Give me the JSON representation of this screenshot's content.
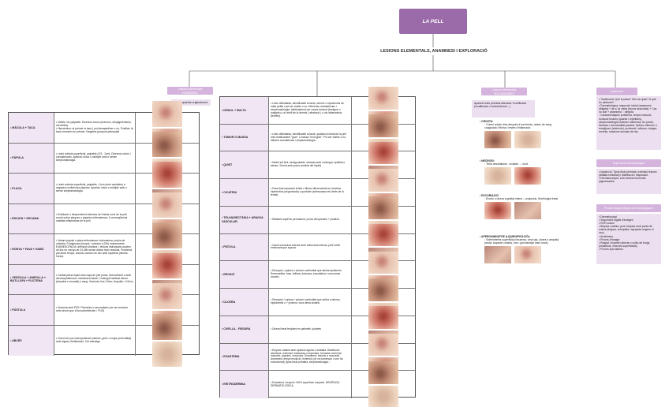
{
  "title": "LA PELL",
  "subtitle": "LESIONS ELEMENTALS, ANAMNESI I EXPLORACIÓ",
  "branches": {
    "primaries": "Lesions elementals\nPRIMÀRIES",
    "secundaries": "Lesions elementals\nSECUNDÀRIES",
    "anamnesi": "Anamnesi"
  },
  "primaries_note": "Lesió aparida originalment",
  "table1": [
    {
      "name": "• MÀCULA + TACA",
      "desc": "• Visible, No palpable. Diversos colors (marrons, despigmentació, vermelles)\n• Hiperèmica: al prémer la taca ( pot desaparèixer o no. Positiva: la taca s'esvaeix en prémer; Negativa (púrpura petequial)"
    },
    {
      "name": "• PÀPULA",
      "desc": "• Lesió cutània superficial, palpable (0,5 - 1cm). Diversos colors i consistències. Aparició única o múltiple amb o sense simptomatologia."
    },
    {
      "name": "• PLACA",
      "desc": "• Lesió cutània superficial, palpable, >1cm (més variables) a vegades confluència pàpules. Aparició única o múltiple amb o sense simptomatologia."
    },
    {
      "name": "• ESCATA + ESCAMA",
      "desc": "• Exfoliació o despreniment làmines de l'estrat corni de la pell, sovint sobre plaques o pàpules eritematoses. A conseqüència malaltia inflamatòria de la pell."
    },
    {
      "name": "• RONYA + FAVA + HABÓ",
      "desc": "• Variant pàpula o placa eritematosa i edematosa, pròpia de urticària. Pruriginosa (fuerça) + pèssim (<24h) evanescents. EVANESCÈNCIA: definició urticària = lesions individuals canvien de lloc en menys de 24-48h sense deixar lesió residual. Problema pot durar temps, lesions canvien de lloc amb rapidesa (minuts-hores)"
    },
    {
      "name": "• VESÍCULA + AMPOLLA + BUTLLOFA + FLICTENA",
      "desc": "• Cavitat plena líquid amb capa de pell prima. Normalment a amb dermoepidèrmica i membrana basal. Contingut habitual sèrum (trasudat o exsudat) o sang. Vesícula: fins 0,5cm; Ampolla: >0,5cm"
    },
    {
      "name": "• PÚSTULA",
      "desc": "• Vesícula amb PUS. Primàries o secundàries (ve ser vesícula amb sèrum que s'ha sobreinfectat = PUS)"
    },
    {
      "name": "• ABCÉS",
      "desc": "• Cúmul de pus sota epidermis (dermis, greix o major profunditat) amb signes d'inflamació. Cal drenatge."
    }
  ],
  "table2": [
    {
      "name": "• NÒDUL + BULTO",
      "desc": "• Lesió delimitada, identificable al tacte, dermis o hipodermis de mida petita i pot ser visible o no. Diferents consistències i simptomatologia, habitualment per causa tumoral (benigne o maligne) o al nivell de la dermis ( afectació ) o via inflamatòria (ferides)."
    },
    {
      "name": "• TUMOR O MASSA",
      "desc": "• Lesió delimitada, identificable al tacte, qualsevol estrat de la pell més relativament \"gran\" o massa \"molt gran\". Pot ser visible o no, diferent consistència i simptomatologia."
    },
    {
      "name": "• QUIST",
      "desc": "• Nòdul sol·lerit, decapçolable, ubicada amb contingut, epitelial o sebaci. Sovint amb porus (sortida del líquid)"
    },
    {
      "name": "• CICATRIU",
      "desc": "• Fase final reparació ferida o fibrosi diferenciada en cicatrius hipertròfica (engruixada) o queloide (sobrepassa els límits de la ferida)"
    },
    {
      "name": "• TELANGIECTÀSIA + ARANYA VASCULAR",
      "desc": "• Dilatació capil·lar permanent, prova vitropressió + positiva."
    },
    {
      "name": "• FÍSTULA",
      "desc": "• Canal comunica exterior amb estructura interna, pell/ orifici enfonsant que supura."
    },
    {
      "name": "• EROSIÓ",
      "desc": "• Disrupció, ruptura o solució continuïtat que afecta epidermis. Enrermetida, fosa, brillant, dolorosa, exsudativa i cura sense cicatriu."
    },
    {
      "name": "• ÚLCERA",
      "desc": "• Disrupció / ruptura / solució continuïtat que arriba a dermis, hipodermis o + profund, cura deixa cicatriu."
    },
    {
      "name": "• CIVELLA - FISSURA",
      "desc": "• Úlcera lineal freqüent en palmells i plantes"
    },
    {
      "name": "• EXANTEMA",
      "desc": "• Erupció cutània amb aparició aguda o sobtada. Distribució simètrica i extensió moderada o important, formada sovint per màcules, pàpules, vesícules. Enantema: lesions a mucoses. Anamnesi: temps evolució, extensió (on va començar i com ha evolucionat), tipus lesió primària, simptomatologia..."
    },
    {
      "name": "• ERITRODÈRMIA",
      "desc": "• Exantema / erupció >90% superfície corporal. URGÈNCIA DERMATOLÒGICA."
    }
  ],
  "secundaries": {
    "intro": "Aparició lesió primària alterada / modificada (modificació o sobreinfecció...)",
    "items": [
      {
        "title": "• CROSTA:",
        "text": "◦ Cúmul residu dins després d'una ferida, restes de sang coagulada i fibrina / restes d'inflamació."
      },
      {
        "title": "• NECROSI:",
        "text": "◦ Teixit desvitalitzat - inviable → mort."
      },
      {
        "title": "• EXCORIACIÓ:",
        "text": "◦ Erosió o úlcera a grattat intens - compulsiu. Morfologia lineal."
      },
      {
        "title": "• APERGAMINATGE (LIQUENIFICACIÓ):",
        "text": "◦ Sobreinterès superficial d'eczema, vesícula, úlcera o ampolla previa. Aspecte crostós, brut. (pot barrejar lesió nova)"
      }
    ]
  },
  "anamnesi": {
    "box1": "• Tradicional: Què li passa? Des de quan? A què ho atribueix?\n• Dermatològica: Inspecció inicial (anamnesi dirigida) + de a 1a visita (trucos associats) + Cas no clar + anamnesi: ◦ dirigida\n◦ Característiques problema, temps evolució, evolució lesions (quants i repetides), simptomatologia cutània i sistèmica, tto previs, fàrmacs i comorbiditat pacient, factors millorren o empitjoren (estímuls), professió i afcions, viatges recents, relacions sexuals de risc.",
    "hdr2": "Exploració dermatològica",
    "box2": "• Inspecció: Tipus lesió primària, extensió lesions (aïllada evolutiva) i distribució i disposició.\n• Dermatoscopia: a les lesions tumorals pigmentades.",
    "hdr3": "Proves diagnòstiques dermatològiques",
    "box3": "• Dermatoscopi\n• Seguiment digital d'imatges\n• KOH cutani\n• Biòpsia cutània: punt, biòpsia amb punta de sutura (fulgara, artropatia i apuyada orígens el uso)\n• Anatòmica\n• Proves d'imatge\n• Raspat i examen directe o cultiu de fongs (escabiosi, microsis superficials)\n• Proves epicutànies."
  },
  "colors": {
    "accent": "#9b6aa8",
    "branch": "#d4b3dc",
    "label_bg": "#f1e6f4",
    "note_bg": "#ece0f0"
  }
}
